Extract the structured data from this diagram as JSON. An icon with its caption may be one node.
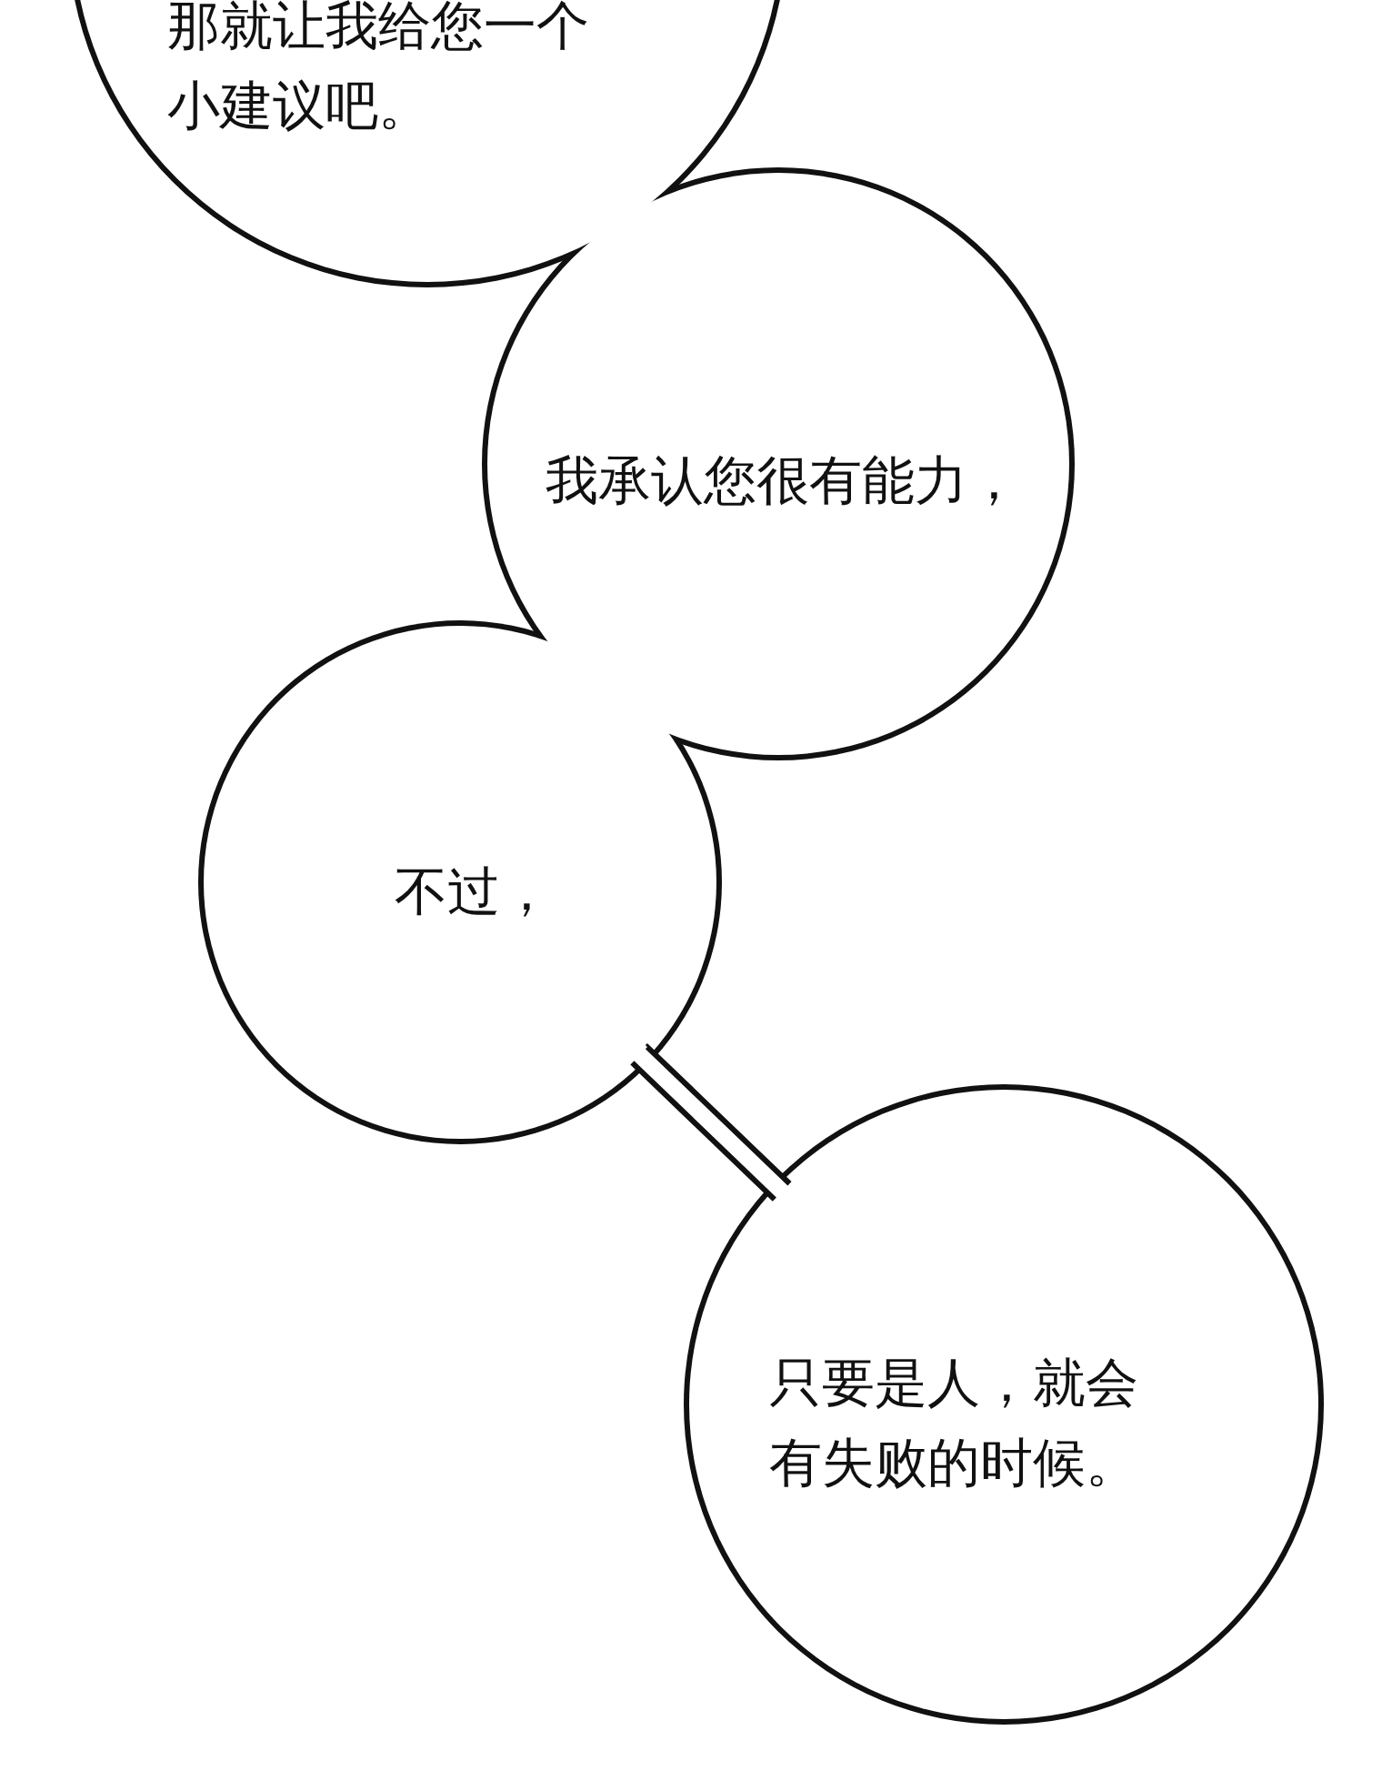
{
  "diagram": {
    "nodes": [
      {
        "text": [
          "那就让我给您一个小建议吧。"
        ]
      },
      {
        "text": [
          "我承认您很有能力，"
        ]
      },
      {
        "text": [
          "不过，"
        ]
      },
      {
        "text": [
          "只要是人，就会有失败的时候。"
        ]
      }
    ],
    "edges": [
      {
        "from": 2,
        "to": 3,
        "arrow": "none"
      }
    ]
  }
}
